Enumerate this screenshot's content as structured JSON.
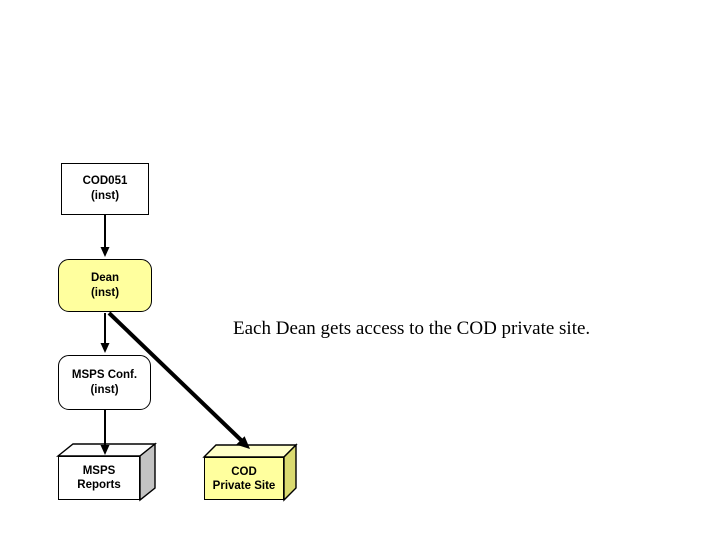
{
  "caption": "Each Dean gets access to the COD private site.",
  "nodes": {
    "cod051": {
      "line1": "COD051",
      "line2": "(inst)"
    },
    "dean": {
      "line1": "Dean",
      "line2": "(inst)"
    },
    "msps_conf": {
      "line1": "MSPS Conf.",
      "line2": "(inst)"
    },
    "msps_reports": {
      "line1": "MSPS",
      "line2": "Reports"
    },
    "cod_private": {
      "line1": "COD",
      "line2": "Private Site"
    }
  },
  "edges": [
    {
      "from": "COD051 (inst)",
      "to": "Dean (inst)",
      "style": "thin-arrow"
    },
    {
      "from": "Dean (inst)",
      "to": "MSPS Conf. (inst)",
      "style": "thin-arrow"
    },
    {
      "from": "MSPS Conf. (inst)",
      "to": "MSPS Reports",
      "style": "thin-arrow"
    },
    {
      "from": "Dean (inst)",
      "to": "COD Private Site",
      "style": "thick-arrow"
    }
  ],
  "colors": {
    "background": "#FFFFFF",
    "highlight_fill": "#FFFF9E",
    "highlight_top": "#FFFFC9",
    "highlight_side": "#DADA70",
    "plain_fill": "#FFFFFF",
    "plain_side": "#C3C3C3",
    "line": "#000000"
  }
}
